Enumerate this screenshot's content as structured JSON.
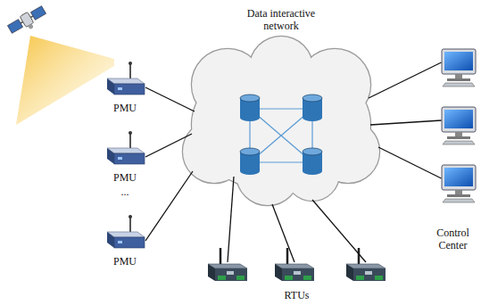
{
  "diagram": {
    "nodes": [
      {
        "text": [
          "Data interactive network"
        ]
      },
      {
        "text": [
          "PMU"
        ]
      },
      {
        "text": [
          "PMU"
        ]
      },
      {
        "text": [
          "PMU"
        ]
      },
      {
        "text": [
          "RTUs"
        ]
      },
      {
        "text": [
          "Control Center"
        ]
      }
    ],
    "edges": [
      {
        "from": 1,
        "to": 0,
        "arrow": "none"
      },
      {
        "from": 2,
        "to": 0,
        "arrow": "none"
      },
      {
        "from": 3,
        "to": 0,
        "arrow": "none"
      },
      {
        "from": 0,
        "to": 4,
        "arrow": "none"
      },
      {
        "from": 0,
        "to": 4,
        "arrow": "none"
      },
      {
        "from": 0,
        "to": 4,
        "arrow": "none"
      },
      {
        "from": 0,
        "to": 5,
        "arrow": "none"
      },
      {
        "from": 0,
        "to": 5,
        "arrow": "none"
      },
      {
        "from": 0,
        "to": 5,
        "arrow": "none"
      }
    ],
    "labels": [
      "..."
    ]
  }
}
